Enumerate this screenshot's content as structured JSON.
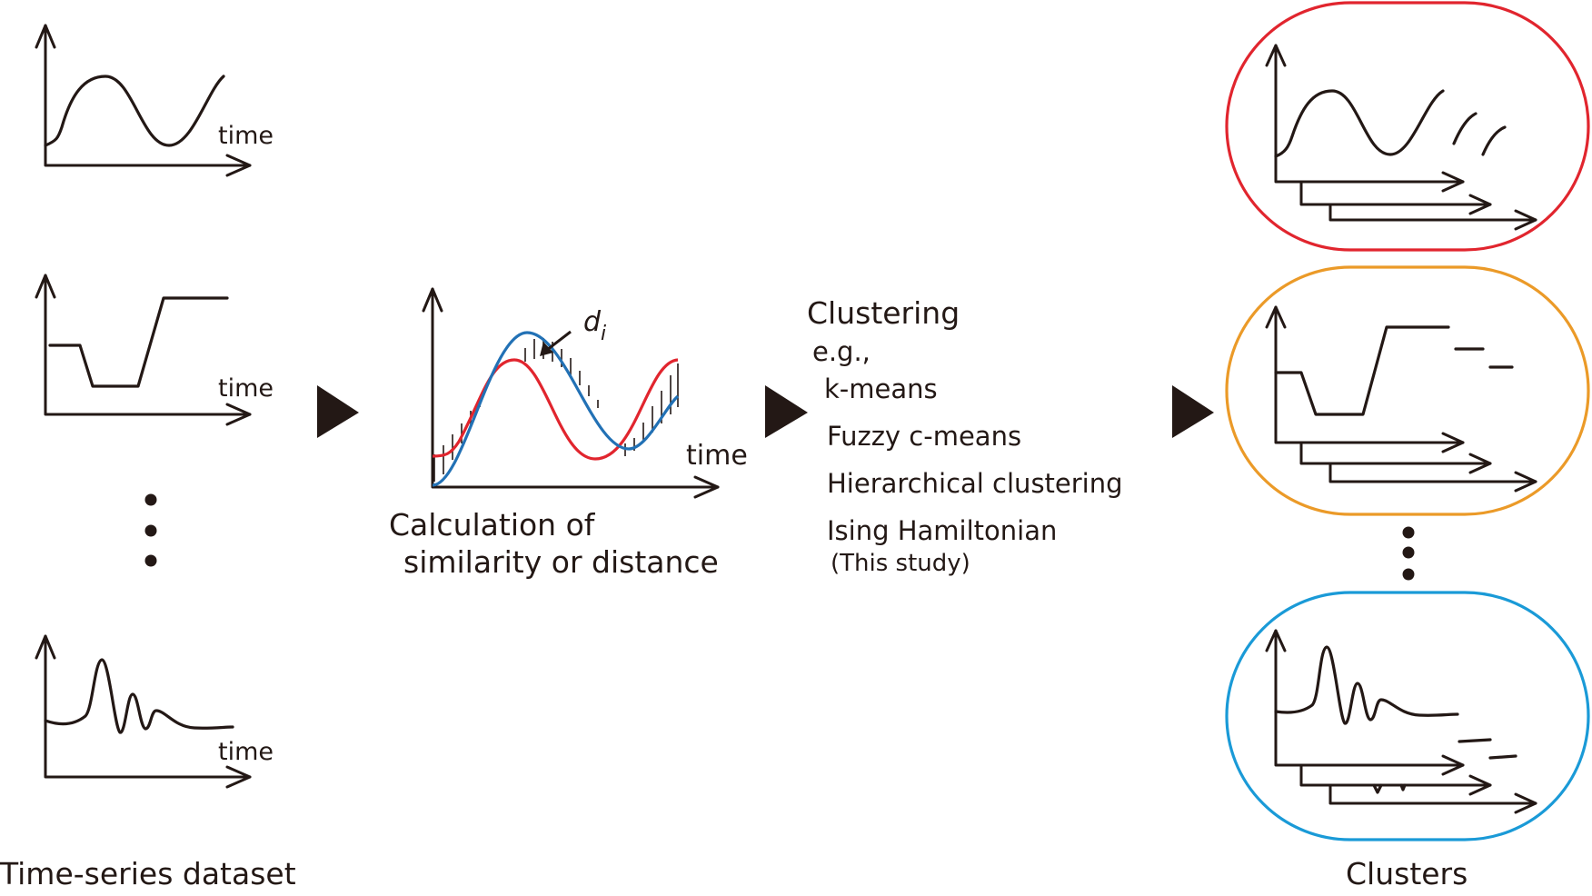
{
  "dataset": {
    "time_label": "time",
    "caption": "Time-series dataset"
  },
  "similarity": {
    "distance_symbol": "d",
    "distance_subscript": "i",
    "time_label": "time",
    "caption_line1": "Calculation of",
    "caption_line2": "similarity or distance"
  },
  "clustering": {
    "title": "Clustering",
    "eg": "e.g.,",
    "methods": [
      "k-means",
      "Fuzzy c-means",
      "Hierarchical clustering",
      "Ising Hamiltonian"
    ],
    "note": "(This study)"
  },
  "clusters": {
    "caption": "Clusters",
    "colors": {
      "sine": "#e1252e",
      "step": "#eb9a28",
      "damped": "#1a9ad7"
    }
  },
  "series_colors": {
    "reference": "#e1252e",
    "compared": "#2271b5"
  },
  "icons": [
    "arrow-right-icon",
    "ellipsis-vertical-icon"
  ]
}
